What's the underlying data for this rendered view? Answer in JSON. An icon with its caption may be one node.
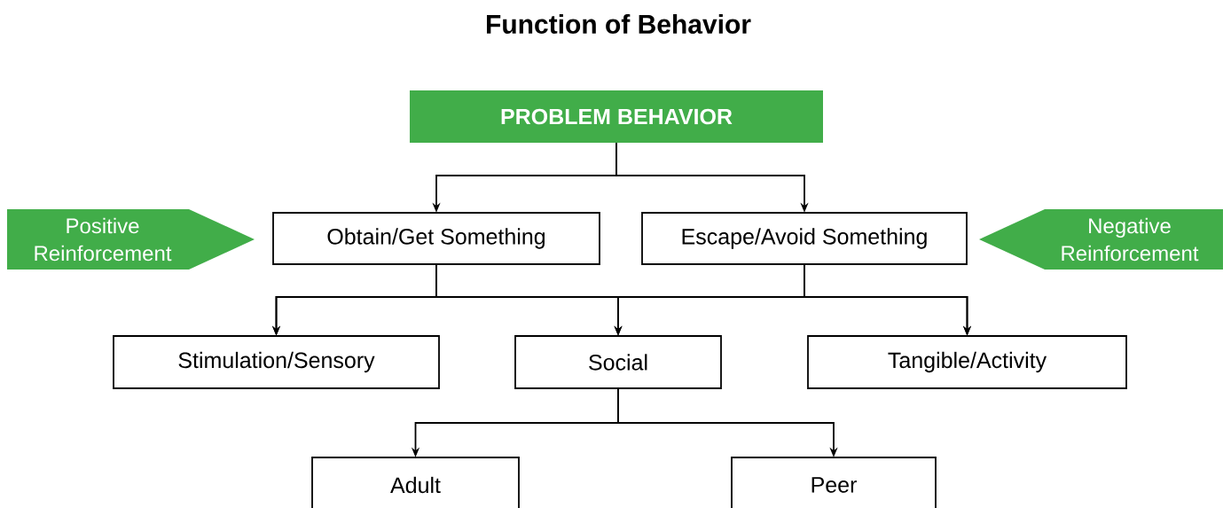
{
  "diagram": {
    "title": "Function of Behavior",
    "nodes": [
      {
        "text": [
          "PROBLEM BEHAVIOR"
        ]
      },
      {
        "text": [
          "Positive Reinforcement"
        ]
      },
      {
        "text": [
          "Obtain/Get Something"
        ]
      },
      {
        "text": [
          "Escape/Avoid Something"
        ]
      },
      {
        "text": [
          "Negative Reinforcement"
        ]
      },
      {
        "text": [
          "Stimulation/Sensory"
        ]
      },
      {
        "text": [
          "Social"
        ]
      },
      {
        "text": [
          "Tangible/Activity"
        ]
      },
      {
        "text": [
          "Adult"
        ]
      },
      {
        "text": [
          "Peer"
        ]
      }
    ],
    "edges": [
      {
        "from": 0,
        "to": 2,
        "arrow": "to"
      },
      {
        "from": 0,
        "to": 3,
        "arrow": "to"
      },
      {
        "from": 2,
        "to": 5,
        "arrow": "to"
      },
      {
        "from": 2,
        "to": 6,
        "arrow": "to"
      },
      {
        "from": 2,
        "to": 7,
        "arrow": "to"
      },
      {
        "from": 3,
        "to": 5,
        "arrow": "to"
      },
      {
        "from": 3,
        "to": 6,
        "arrow": "to"
      },
      {
        "from": 3,
        "to": 7,
        "arrow": "to"
      },
      {
        "from": 6,
        "to": 8,
        "arrow": "to"
      },
      {
        "from": 6,
        "to": 9,
        "arrow": "to"
      }
    ]
  }
}
